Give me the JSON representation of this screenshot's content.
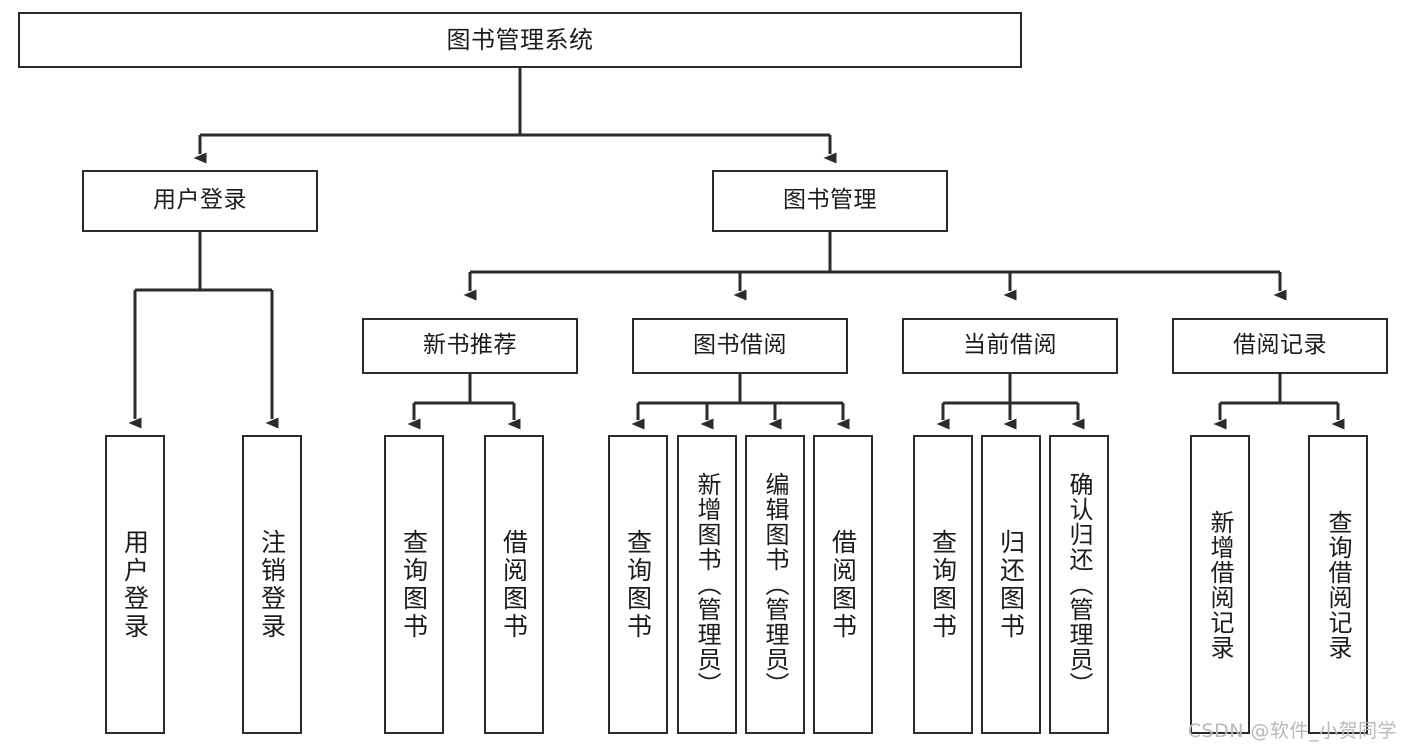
{
  "diagram": {
    "title": "图书管理系统",
    "watermark": "CSDN @软件_小贺同学",
    "colors": {
      "border": "#2b2b2b",
      "text": "#1c1c1c",
      "background": "#ffffff",
      "watermark": "#b9b9b9"
    },
    "levels": {
      "root": {
        "label": "图书管理系统"
      },
      "level1": [
        {
          "label": "用户登录"
        },
        {
          "label": "图书管理"
        }
      ],
      "level2": [
        {
          "label": "新书推荐"
        },
        {
          "label": "图书借阅"
        },
        {
          "label": "当前借阅"
        },
        {
          "label": "借阅记录"
        }
      ],
      "leaves": {
        "user_login": [
          {
            "label": "用户登录"
          },
          {
            "label": "注销登录"
          }
        ],
        "new_book": [
          {
            "label": "查询图书"
          },
          {
            "label": "借阅图书"
          }
        ],
        "book_borrow": [
          {
            "label": "查询图书"
          },
          {
            "label": "新增图书（管理员）"
          },
          {
            "label": "编辑图书（管理员）"
          },
          {
            "label": "借阅图书"
          }
        ],
        "current_borrow": [
          {
            "label": "查询图书"
          },
          {
            "label": "归还图书"
          },
          {
            "label": "确认归还（管理员）"
          }
        ],
        "borrow_record": [
          {
            "label": "新增借阅记录"
          },
          {
            "label": "查询借阅记录"
          }
        ]
      }
    }
  },
  "chart_data": {
    "type": "tree-diagram",
    "title": "图书管理系统",
    "orientation": "top-down",
    "nodes": [
      {
        "id": "root",
        "label": "图书管理系统",
        "level": 0,
        "parent": null
      },
      {
        "id": "n1",
        "label": "用户登录",
        "level": 1,
        "parent": "root"
      },
      {
        "id": "n2",
        "label": "图书管理",
        "level": 1,
        "parent": "root"
      },
      {
        "id": "n1a",
        "label": "用户登录",
        "level": 2,
        "parent": "n1"
      },
      {
        "id": "n1b",
        "label": "注销登录",
        "level": 2,
        "parent": "n1"
      },
      {
        "id": "n2a",
        "label": "新书推荐",
        "level": 2,
        "parent": "n2"
      },
      {
        "id": "n2b",
        "label": "图书借阅",
        "level": 2,
        "parent": "n2"
      },
      {
        "id": "n2c",
        "label": "当前借阅",
        "level": 2,
        "parent": "n2"
      },
      {
        "id": "n2d",
        "label": "借阅记录",
        "level": 2,
        "parent": "n2"
      },
      {
        "id": "n2a1",
        "label": "查询图书",
        "level": 3,
        "parent": "n2a"
      },
      {
        "id": "n2a2",
        "label": "借阅图书",
        "level": 3,
        "parent": "n2a"
      },
      {
        "id": "n2b1",
        "label": "查询图书",
        "level": 3,
        "parent": "n2b"
      },
      {
        "id": "n2b2",
        "label": "新增图书（管理员）",
        "level": 3,
        "parent": "n2b"
      },
      {
        "id": "n2b3",
        "label": "编辑图书（管理员）",
        "level": 3,
        "parent": "n2b"
      },
      {
        "id": "n2b4",
        "label": "借阅图书",
        "level": 3,
        "parent": "n2b"
      },
      {
        "id": "n2c1",
        "label": "查询图书",
        "level": 3,
        "parent": "n2c"
      },
      {
        "id": "n2c2",
        "label": "归还图书",
        "level": 3,
        "parent": "n2c"
      },
      {
        "id": "n2c3",
        "label": "确认归还（管理员）",
        "level": 3,
        "parent": "n2c"
      },
      {
        "id": "n2d1",
        "label": "新增借阅记录",
        "level": 3,
        "parent": "n2d"
      },
      {
        "id": "n2d2",
        "label": "查询借阅记录",
        "level": 3,
        "parent": "n2d"
      }
    ]
  }
}
